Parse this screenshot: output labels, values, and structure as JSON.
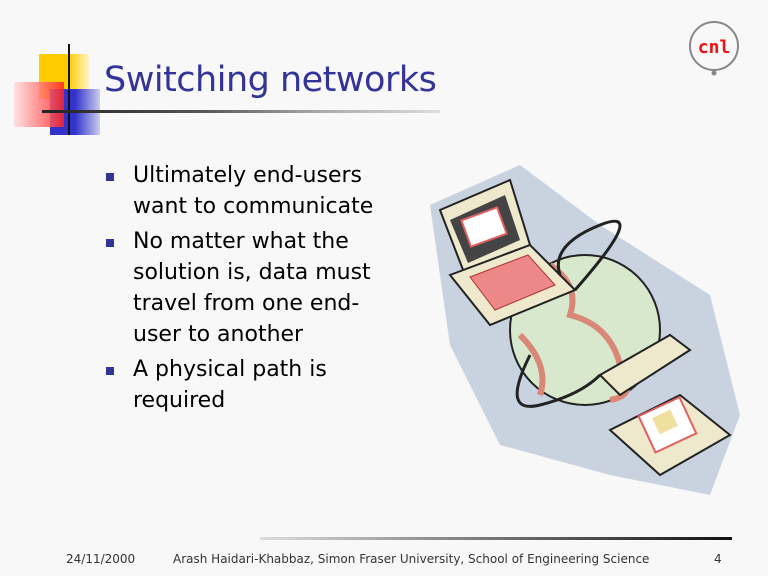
{
  "slide": {
    "title": "Switching networks",
    "bullets": [
      "Ultimately end-users want to communicate",
      "No matter what the solution is, data must travel from one end-user to another",
      "A physical path is required"
    ],
    "logo_text": "cnl",
    "footer": {
      "date": "24/11/2000",
      "author": "Arash Haidari-Khabbaz, Simon Fraser University, School of Engineering Science",
      "page": "4"
    }
  },
  "colors": {
    "title": "#333399",
    "bullet": "#333399",
    "logo": "#ee1111"
  }
}
